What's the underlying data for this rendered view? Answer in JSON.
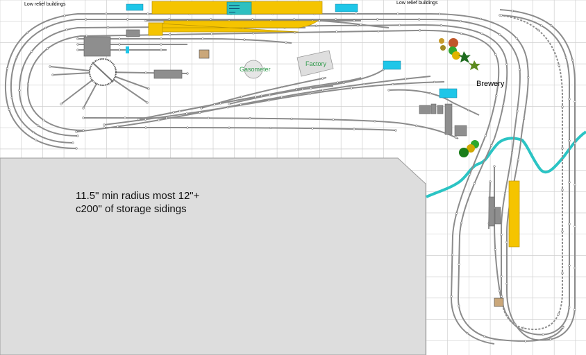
{
  "labels": {
    "low_relief_left": "Low relief buildings",
    "low_relief_right": "Low relief buildings",
    "gasometer": "Gasometer",
    "factory": "Factory",
    "brewery": "Brewery",
    "note_line1": "11.5\" min radius most 12\"+",
    "note_line2": "c200\" of storage sidings"
  },
  "colors": {
    "track": "#8a8a8a",
    "track_edge": "#555555",
    "grid": "#c8c8c8",
    "platform": "#f5c400",
    "building": "#8e8e8e",
    "water": "#2bc4c4",
    "sign": "#1ec6e8",
    "void_area": "#dddddd"
  }
}
